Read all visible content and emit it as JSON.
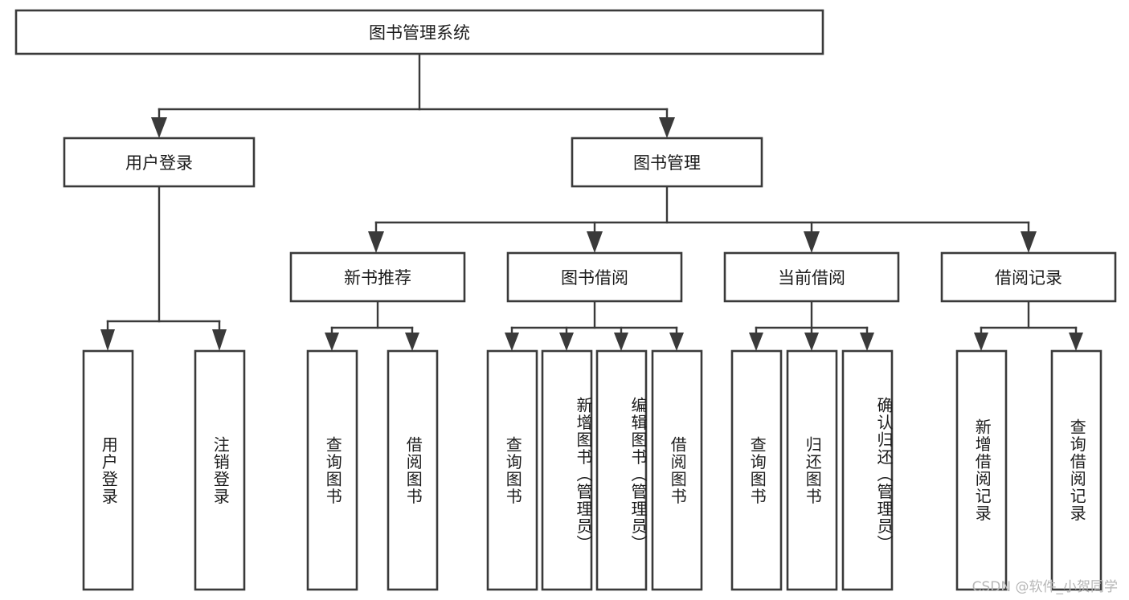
{
  "diagram": {
    "type": "tree",
    "orientation": "top-down",
    "root": {
      "id": "root",
      "label": "图书管理系统",
      "orientation": "horizontal"
    },
    "level2": [
      {
        "id": "user-login",
        "label": "用户登录",
        "orientation": "horizontal"
      },
      {
        "id": "book-management",
        "label": "图书管理",
        "orientation": "horizontal"
      }
    ],
    "level3": [
      {
        "id": "new-book-recommend",
        "label": "新书推荐",
        "orientation": "horizontal",
        "parent": "book-management"
      },
      {
        "id": "book-borrow",
        "label": "图书借阅",
        "orientation": "horizontal",
        "parent": "book-management"
      },
      {
        "id": "current-borrow",
        "label": "当前借阅",
        "orientation": "horizontal",
        "parent": "book-management"
      },
      {
        "id": "borrow-records",
        "label": "借阅记录",
        "orientation": "horizontal",
        "parent": "book-management"
      }
    ],
    "leaves": [
      {
        "id": "leaf-user-login",
        "label": "用户登录",
        "orientation": "vertical",
        "parent": "user-login"
      },
      {
        "id": "leaf-logout",
        "label": "注销登录",
        "orientation": "vertical",
        "parent": "user-login"
      },
      {
        "id": "leaf-query-book-1",
        "label": "查询图书",
        "orientation": "vertical",
        "parent": "new-book-recommend"
      },
      {
        "id": "leaf-borrow-book-1",
        "label": "借阅图书",
        "orientation": "vertical",
        "parent": "new-book-recommend"
      },
      {
        "id": "leaf-query-book-2",
        "label": "查询图书",
        "orientation": "vertical",
        "parent": "book-borrow"
      },
      {
        "id": "leaf-add-book",
        "label": "新增图书（管理员）",
        "orientation": "vertical",
        "parent": "book-borrow"
      },
      {
        "id": "leaf-edit-book",
        "label": "编辑图书（管理员）",
        "orientation": "vertical",
        "parent": "book-borrow"
      },
      {
        "id": "leaf-borrow-book-2",
        "label": "借阅图书",
        "orientation": "vertical",
        "parent": "book-borrow"
      },
      {
        "id": "leaf-query-book-3",
        "label": "查询图书",
        "orientation": "vertical",
        "parent": "current-borrow"
      },
      {
        "id": "leaf-return-book",
        "label": "归还图书",
        "orientation": "vertical",
        "parent": "current-borrow"
      },
      {
        "id": "leaf-confirm-return",
        "label": "确认归还（管理员）",
        "orientation": "vertical",
        "parent": "current-borrow"
      },
      {
        "id": "leaf-add-record",
        "label": "新增借阅记录",
        "orientation": "vertical",
        "parent": "borrow-records"
      },
      {
        "id": "leaf-query-record",
        "label": "查询借阅记录",
        "orientation": "vertical",
        "parent": "borrow-records"
      }
    ]
  },
  "watermark": {
    "text": "CSDN @软件_小贺同学"
  },
  "colors": {
    "box_stroke": "#3a3a3a",
    "connector": "#3a3a3a",
    "text": "#1b1b1b",
    "background": "#ffffff",
    "watermark": "#b6b6b6"
  }
}
